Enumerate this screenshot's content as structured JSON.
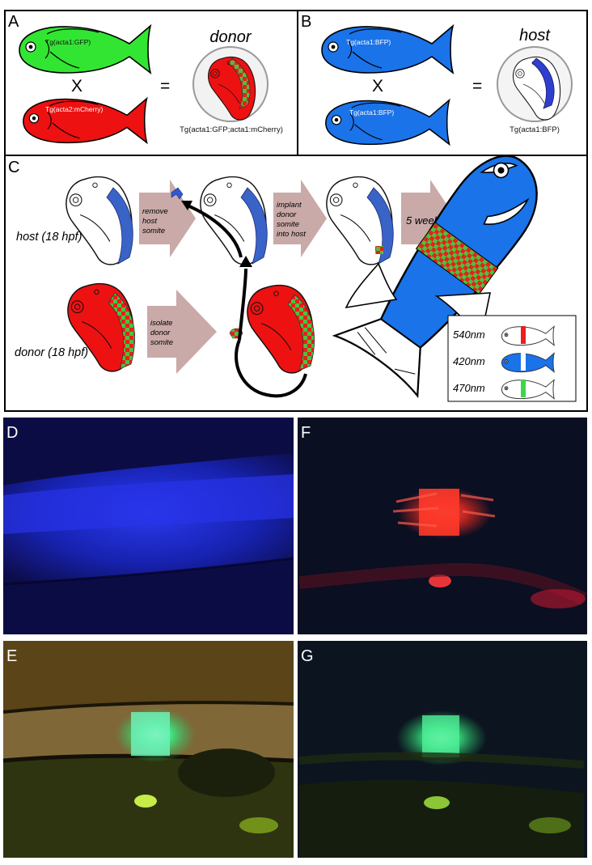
{
  "panel_labels": {
    "a": "A",
    "b": "B",
    "c": "C",
    "d": "D",
    "e": "E",
    "f": "F",
    "g": "G"
  },
  "panel_a": {
    "fish_top_label": "Tg(acta1:GFP)",
    "fish_bottom_label": "Tg(acta2:mCherry)",
    "cross_symbol": "X",
    "equals_symbol": "=",
    "result_title": "donor",
    "result_label": "Tg(acta1:GFP;acta1:mCherry)"
  },
  "panel_b": {
    "fish_top_label": "Tg(acta1:BFP)",
    "fish_bottom_label": "Tg(acta1:BFP)",
    "cross_symbol": "X",
    "equals_symbol": "=",
    "result_title": "host",
    "result_label": "Tg(acta1:BFP)"
  },
  "panel_c": {
    "host_label": "host (18 hpf)",
    "donor_label": "donor (18 hpf)",
    "step_remove": [
      "remove",
      "host",
      "somite"
    ],
    "step_implant": [
      "implant",
      "donor",
      "somite",
      "into host"
    ],
    "step_time": "5 weeks",
    "step_isolate": [
      "isolate",
      "donor",
      "somite"
    ],
    "legend": [
      {
        "wavelength": "540nm",
        "stripe_color": "#e8201f"
      },
      {
        "wavelength": "420nm",
        "stripe_color": "#ffffff"
      },
      {
        "wavelength": "470nm",
        "stripe_color": "#39d84a"
      }
    ]
  },
  "colors": {
    "gfp_green": "#33e533",
    "mcherry_red": "#ee1111",
    "bfp_blue": "#1a73e8",
    "somite_blue": "#3a63c8",
    "arrow_mauve": "#c9aaa8",
    "micro_blue_bg": "#0c0c45",
    "micro_dark_bg": "#0c1420"
  }
}
